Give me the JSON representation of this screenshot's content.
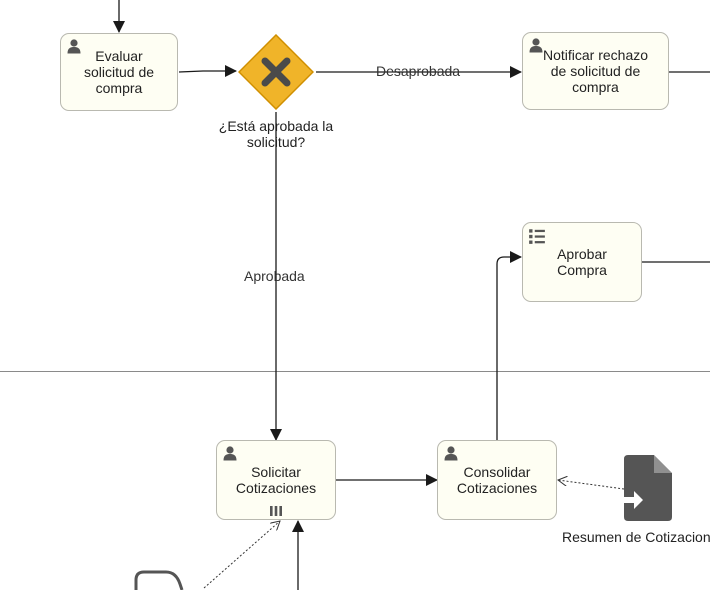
{
  "colors": {
    "task_fill": "#fefef3",
    "task_border": "#b9b9b0",
    "gateway_fill": "#f0b429",
    "gateway_border": "#d08f00",
    "gateway_mark": "#4a4a4a",
    "flow_line": "#1a1a1a",
    "lane_divider": "#8a8a8a",
    "data_object": "#555555"
  },
  "tasks": {
    "evaluar": {
      "label": "Evaluar\nsolicitud de\ncompra",
      "icon": "user-icon"
    },
    "notificar": {
      "label": "Notificar rechazo\nde solicitud de\ncompra",
      "icon": "user-icon"
    },
    "aprobar": {
      "label": "Aprobar\nCompra",
      "icon": "list-icon"
    },
    "solicitar": {
      "label": "Solicitar\nCotizaciones",
      "icon": "user-icon",
      "marker": "parallel-multi-instance-icon"
    },
    "consolidar": {
      "label": "Consolidar\nCotizaciones",
      "icon": "user-icon"
    }
  },
  "gateway": {
    "label": "¿Está aprobada la\nsolicitud?",
    "icon": "exclusive-x-icon"
  },
  "flows": {
    "desaprobada": "Desaprobada",
    "aprobada": "Aprobada"
  },
  "data_object": {
    "label": "Resumen de Cotizaciones",
    "icon": "document-input-icon"
  }
}
